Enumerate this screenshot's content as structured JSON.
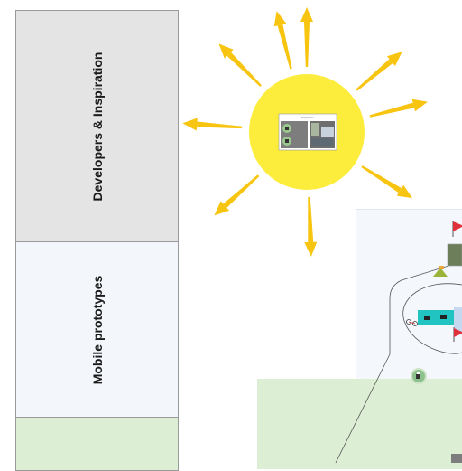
{
  "lanes": [
    {
      "label": "Developers & Inspiration",
      "color": "#e4e4e4"
    },
    {
      "label": "Mobile prototypes",
      "color": "#f3f7fc"
    },
    {
      "label": "",
      "color": "#dcefd4"
    }
  ],
  "colors": {
    "sun": "#fcec3c",
    "ray": "#f7c410",
    "prototype_panel": "#f4f8fd",
    "green_area": "#dcefd4",
    "connector": "#555555",
    "flag": "#e0303a",
    "teal_block": "#21c4c0",
    "badge": "#8cc08c"
  },
  "sun_card": {
    "heading": "Inspiration"
  },
  "icons": [
    "sun-icon",
    "flag-icon",
    "flag-icon",
    "landscape-thumbnail",
    "teal-camera-block",
    "bicycle-icon",
    "badge-icon"
  ]
}
